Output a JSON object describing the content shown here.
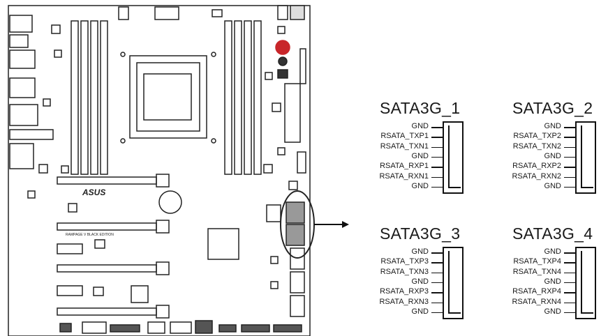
{
  "board": {
    "brand": "ASUS",
    "model": "RAMPAGE V BLACK EDITION"
  },
  "connectors": [
    {
      "title": "SATA3G_1",
      "pins": [
        "GND",
        "RSATA_TXP1",
        "RSATA_TXN1",
        "GND",
        "RSATA_RXP1",
        "RSATA_RXN1",
        "GND"
      ]
    },
    {
      "title": "SATA3G_2",
      "pins": [
        "GND",
        "RSATA_TXP2",
        "RSATA_TXN2",
        "GND",
        "RSATA_RXP2",
        "RSATA_RXN2",
        "GND"
      ]
    },
    {
      "title": "SATA3G_3",
      "pins": [
        "GND",
        "RSATA_TXP3",
        "RSATA_TXN3",
        "GND",
        "RSATA_RXP3",
        "RSATA_RXN3",
        "GND"
      ]
    },
    {
      "title": "SATA3G_4",
      "pins": [
        "GND",
        "RSATA_TXP4",
        "RSATA_TXN4",
        "GND",
        "RSATA_RXP4",
        "RSATA_RXN4",
        "GND"
      ]
    }
  ]
}
